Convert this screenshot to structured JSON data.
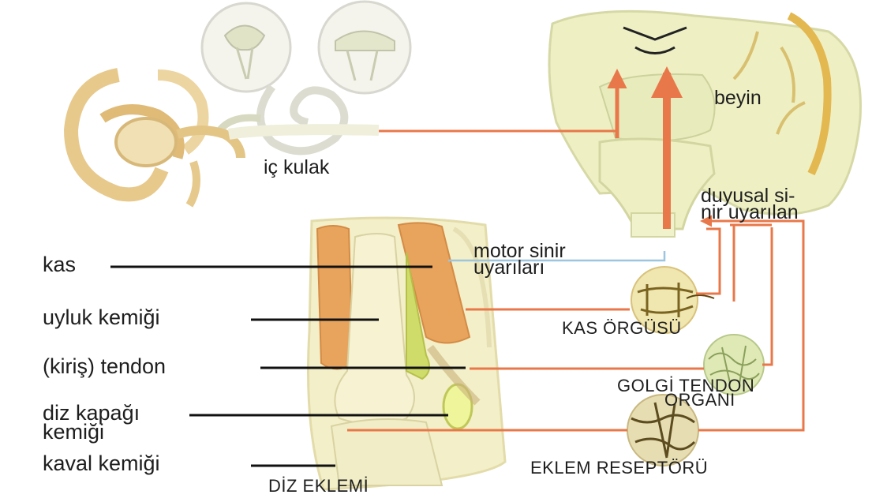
{
  "labels": {
    "ic_kulak": "iç kulak",
    "beyin": "beyin",
    "duyusal_1": "duyusal si-",
    "duyusal_2": "nir uyarılan",
    "motor_1": "motor sinir",
    "motor_2": "uyarıları",
    "kas_orgusu": "KAS ÖRGÜSÜ",
    "golgi_1": "GOLGİ TENDON",
    "golgi_2": "ORGANI",
    "eklem_reseptoru": "EKLEM RESEPTÖRÜ",
    "diz_eklemi": "DİZ EKLEMİ"
  },
  "left_labels": {
    "kas": "kas",
    "uyluk": "uyluk kemiği",
    "tendon": "(kiriş) tendon",
    "diz_kapagi_1": "diz kapağı",
    "diz_kapagi_2": "kemiği",
    "kaval": "kaval kemiği"
  },
  "colors": {
    "nerve_orange": "#e8784a",
    "bone_cream": "#f3efc8",
    "muscle_orange": "#e8a35c",
    "tendon_green": "#cfdc6a",
    "brain_yellow": "#eef0c4",
    "ear_tan": "#e7c98c",
    "leader_line": "#111111"
  }
}
